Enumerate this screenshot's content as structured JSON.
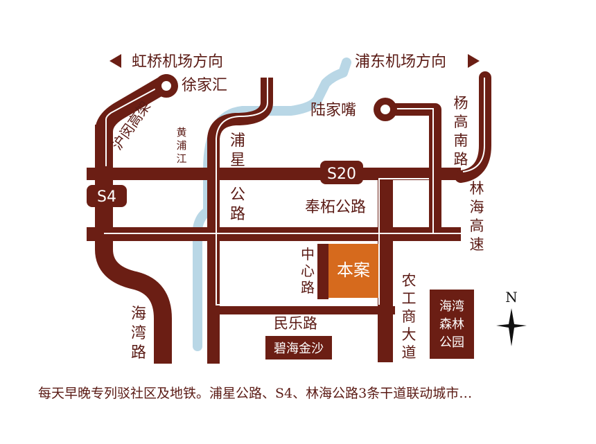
{
  "map": {
    "directions": {
      "hongqiao": "虹桥机场方向",
      "pudong": "浦东机场方向"
    },
    "places": {
      "xujiahui": "徐家汇",
      "lujiazui": "陆家嘴",
      "project": "本案",
      "bihai": "碧海金沙",
      "forest_park": [
        "海湾",
        "森林",
        "公园"
      ]
    },
    "rivers": {
      "huangpu": [
        "黄",
        "浦",
        "江"
      ]
    },
    "roads": {
      "hu_min": "沪闵高架",
      "s4": "S4",
      "s20": "S20",
      "puxing": [
        "浦",
        "星",
        "公",
        "路"
      ],
      "fengzhe": "奉柘公路",
      "zhongxin": [
        "中",
        "心",
        "路"
      ],
      "minle": "民乐路",
      "haiwan": [
        "海",
        "湾",
        "路"
      ],
      "nonggong": [
        "农",
        "工",
        "商",
        "大",
        "道"
      ],
      "yanggao": [
        "杨",
        "高",
        "南",
        "路"
      ],
      "linhai": [
        "林",
        "海",
        "高",
        "速"
      ]
    },
    "compass": "N",
    "colors": {
      "road": "#6b1e14",
      "river": "#b9d7e6",
      "project": "#d66a1d",
      "text": "#5a1a14"
    }
  },
  "caption": "每天早晚专列驳社区及地铁。浦星公路、S4、林海公路3条干道联动城市…"
}
